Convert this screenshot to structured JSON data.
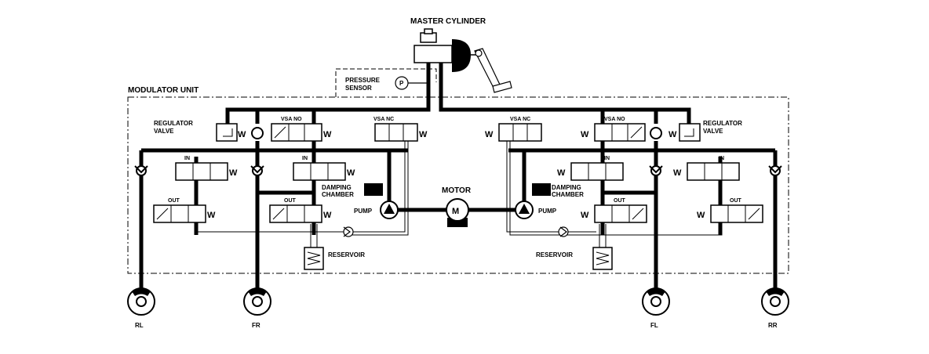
{
  "title": "MASTER CYLINDER",
  "modulator_label": "MODULATOR UNIT",
  "pressure_sensor": {
    "line1": "PRESSURE",
    "line2": "SENSOR",
    "symbol": "P"
  },
  "motor": {
    "label": "MOTOR",
    "symbol": "M"
  },
  "left": {
    "regulator_line1": "REGULATOR",
    "regulator_line2": "VALVE",
    "vsa_no": "VSA NO",
    "vsa_nc": "VSA NC",
    "in_label_1": "IN",
    "in_label_2": "IN",
    "out_label_1": "OUT",
    "out_label_2": "OUT",
    "damping_line1": "DAMPING",
    "damping_line2": "CHAMBER",
    "pump": "PUMP",
    "reservoir": "RESERVOIR"
  },
  "right": {
    "regulator_line1": "REGULATOR",
    "regulator_line2": "VALVE",
    "vsa_no": "VSA NO",
    "vsa_nc": "VSA NC",
    "in_label_1": "IN",
    "in_label_2": "IN",
    "out_label_1": "OUT",
    "out_label_2": "OUT",
    "damping_line1": "DAMPING",
    "damping_line2": "CHAMBER",
    "pump": "PUMP",
    "reservoir": "RESERVOIR"
  },
  "wheels": [
    "RL",
    "FR",
    "FL",
    "RR"
  ],
  "coil_symbol": "W"
}
